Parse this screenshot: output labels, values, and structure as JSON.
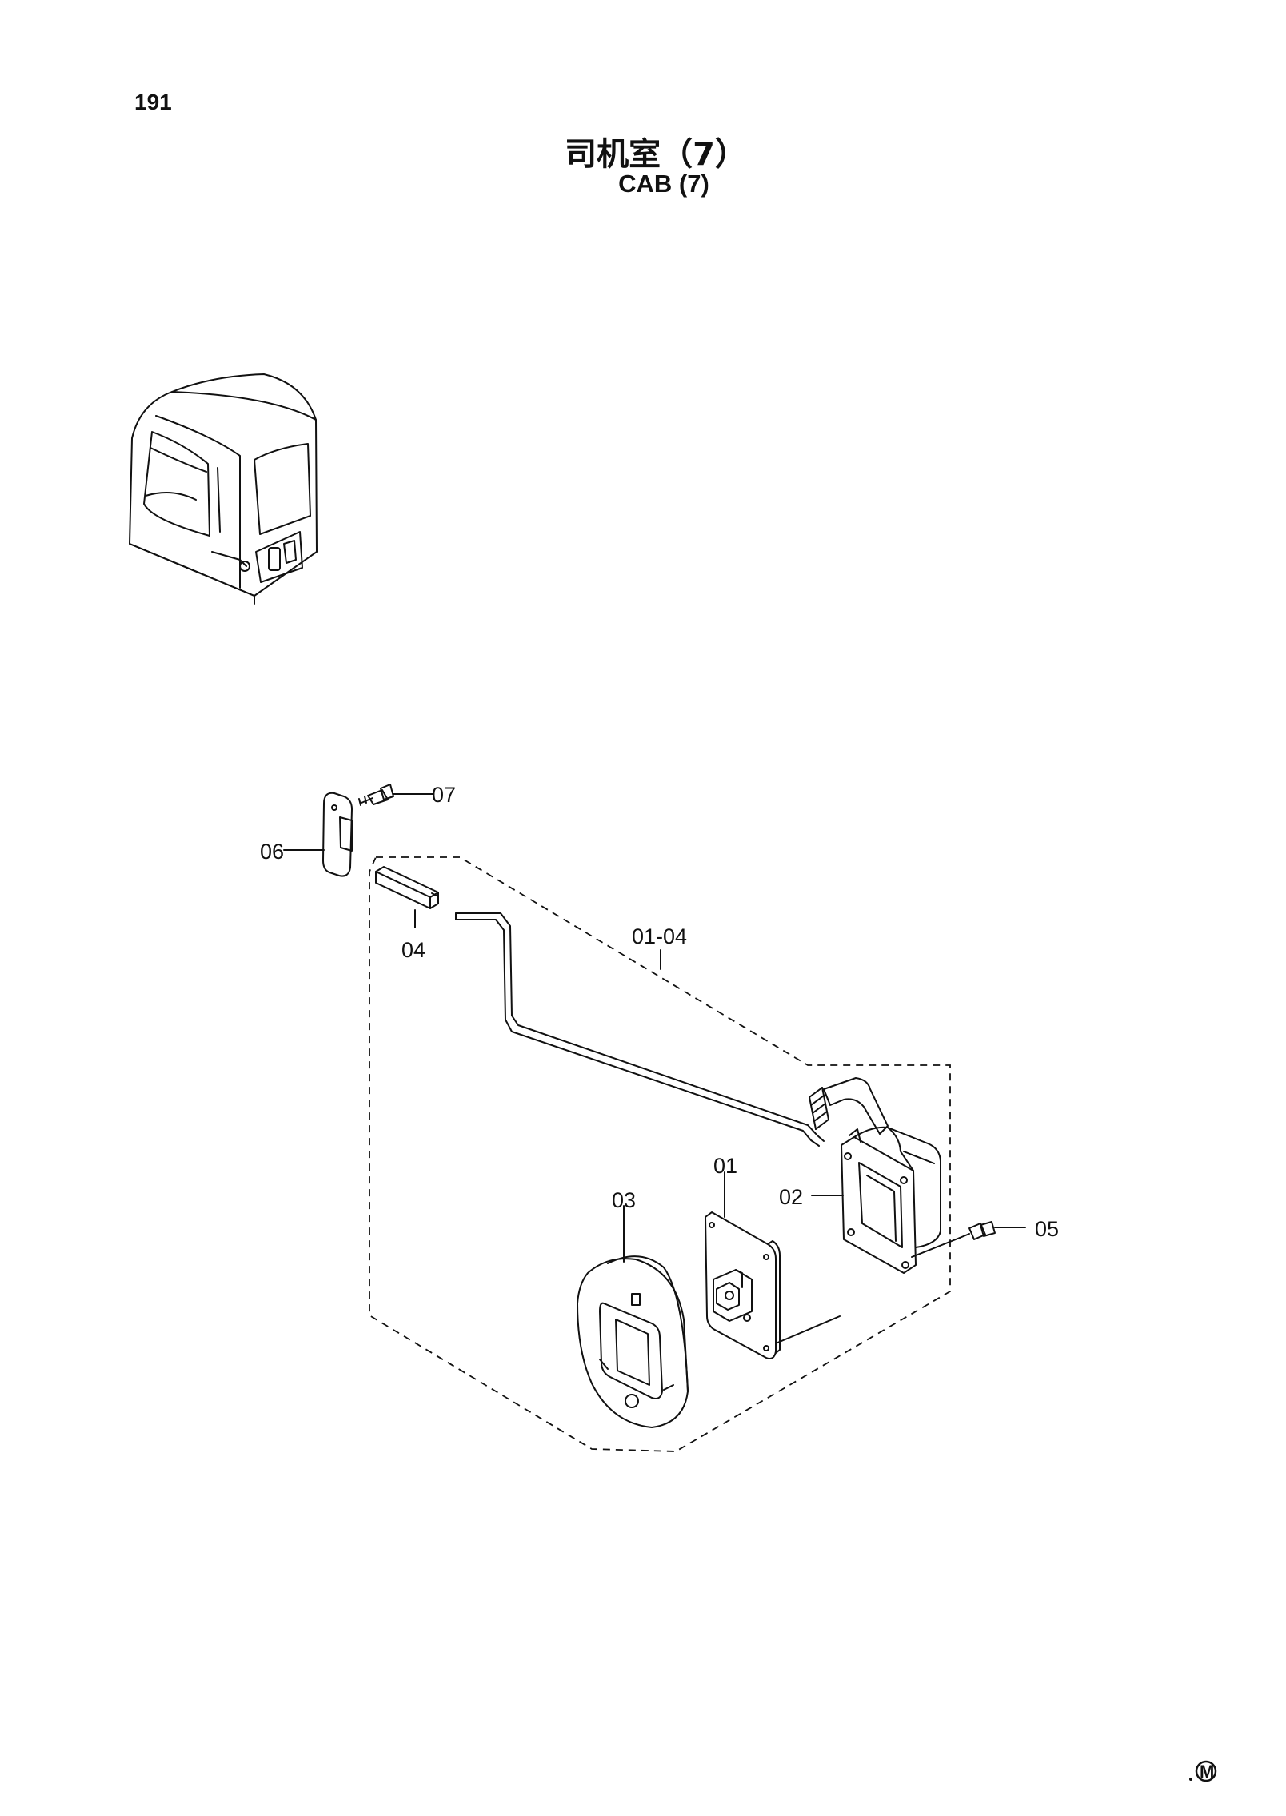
{
  "header": {
    "page_number": "191",
    "title_cn": "司机室（7）",
    "title_en": "CAB (7)"
  },
  "callouts": [
    {
      "id": "07",
      "label": "07"
    },
    {
      "id": "06",
      "label": "06"
    },
    {
      "id": "04",
      "label": "04"
    },
    {
      "id": "01-04",
      "label": "01-04"
    },
    {
      "id": "01",
      "label": "01"
    },
    {
      "id": "02",
      "label": "02"
    },
    {
      "id": "03",
      "label": "03"
    },
    {
      "id": "05",
      "label": "05"
    }
  ],
  "footer": {
    "mark": "M"
  }
}
